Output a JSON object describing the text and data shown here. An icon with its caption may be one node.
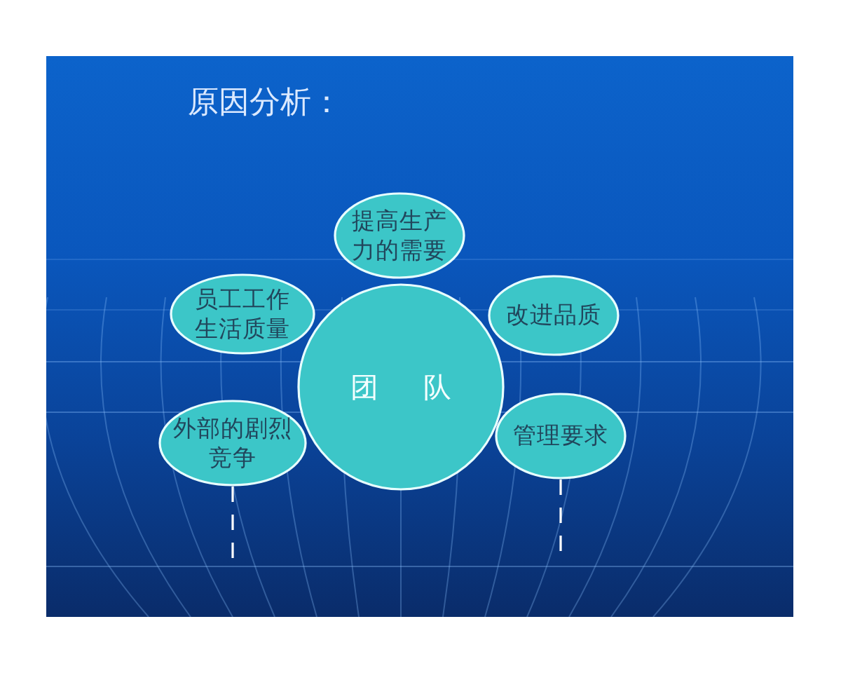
{
  "diagram": {
    "title": "原因分析：",
    "nodes": [
      {
        "text": [
          "提高生产力的需要"
        ]
      },
      {
        "text": [
          "员工工作生活质量"
        ]
      },
      {
        "text": [
          "改进品质"
        ]
      },
      {
        "text": [
          "团 队"
        ]
      },
      {
        "text": [
          "外部的剧烈竞争"
        ]
      },
      {
        "text": [
          "管理要求"
        ]
      }
    ],
    "edges": [
      {
        "from": 4,
        "to": null,
        "arrow": "none",
        "style": "dashed"
      },
      {
        "from": 5,
        "to": null,
        "arrow": "none",
        "style": "dashed"
      }
    ]
  }
}
